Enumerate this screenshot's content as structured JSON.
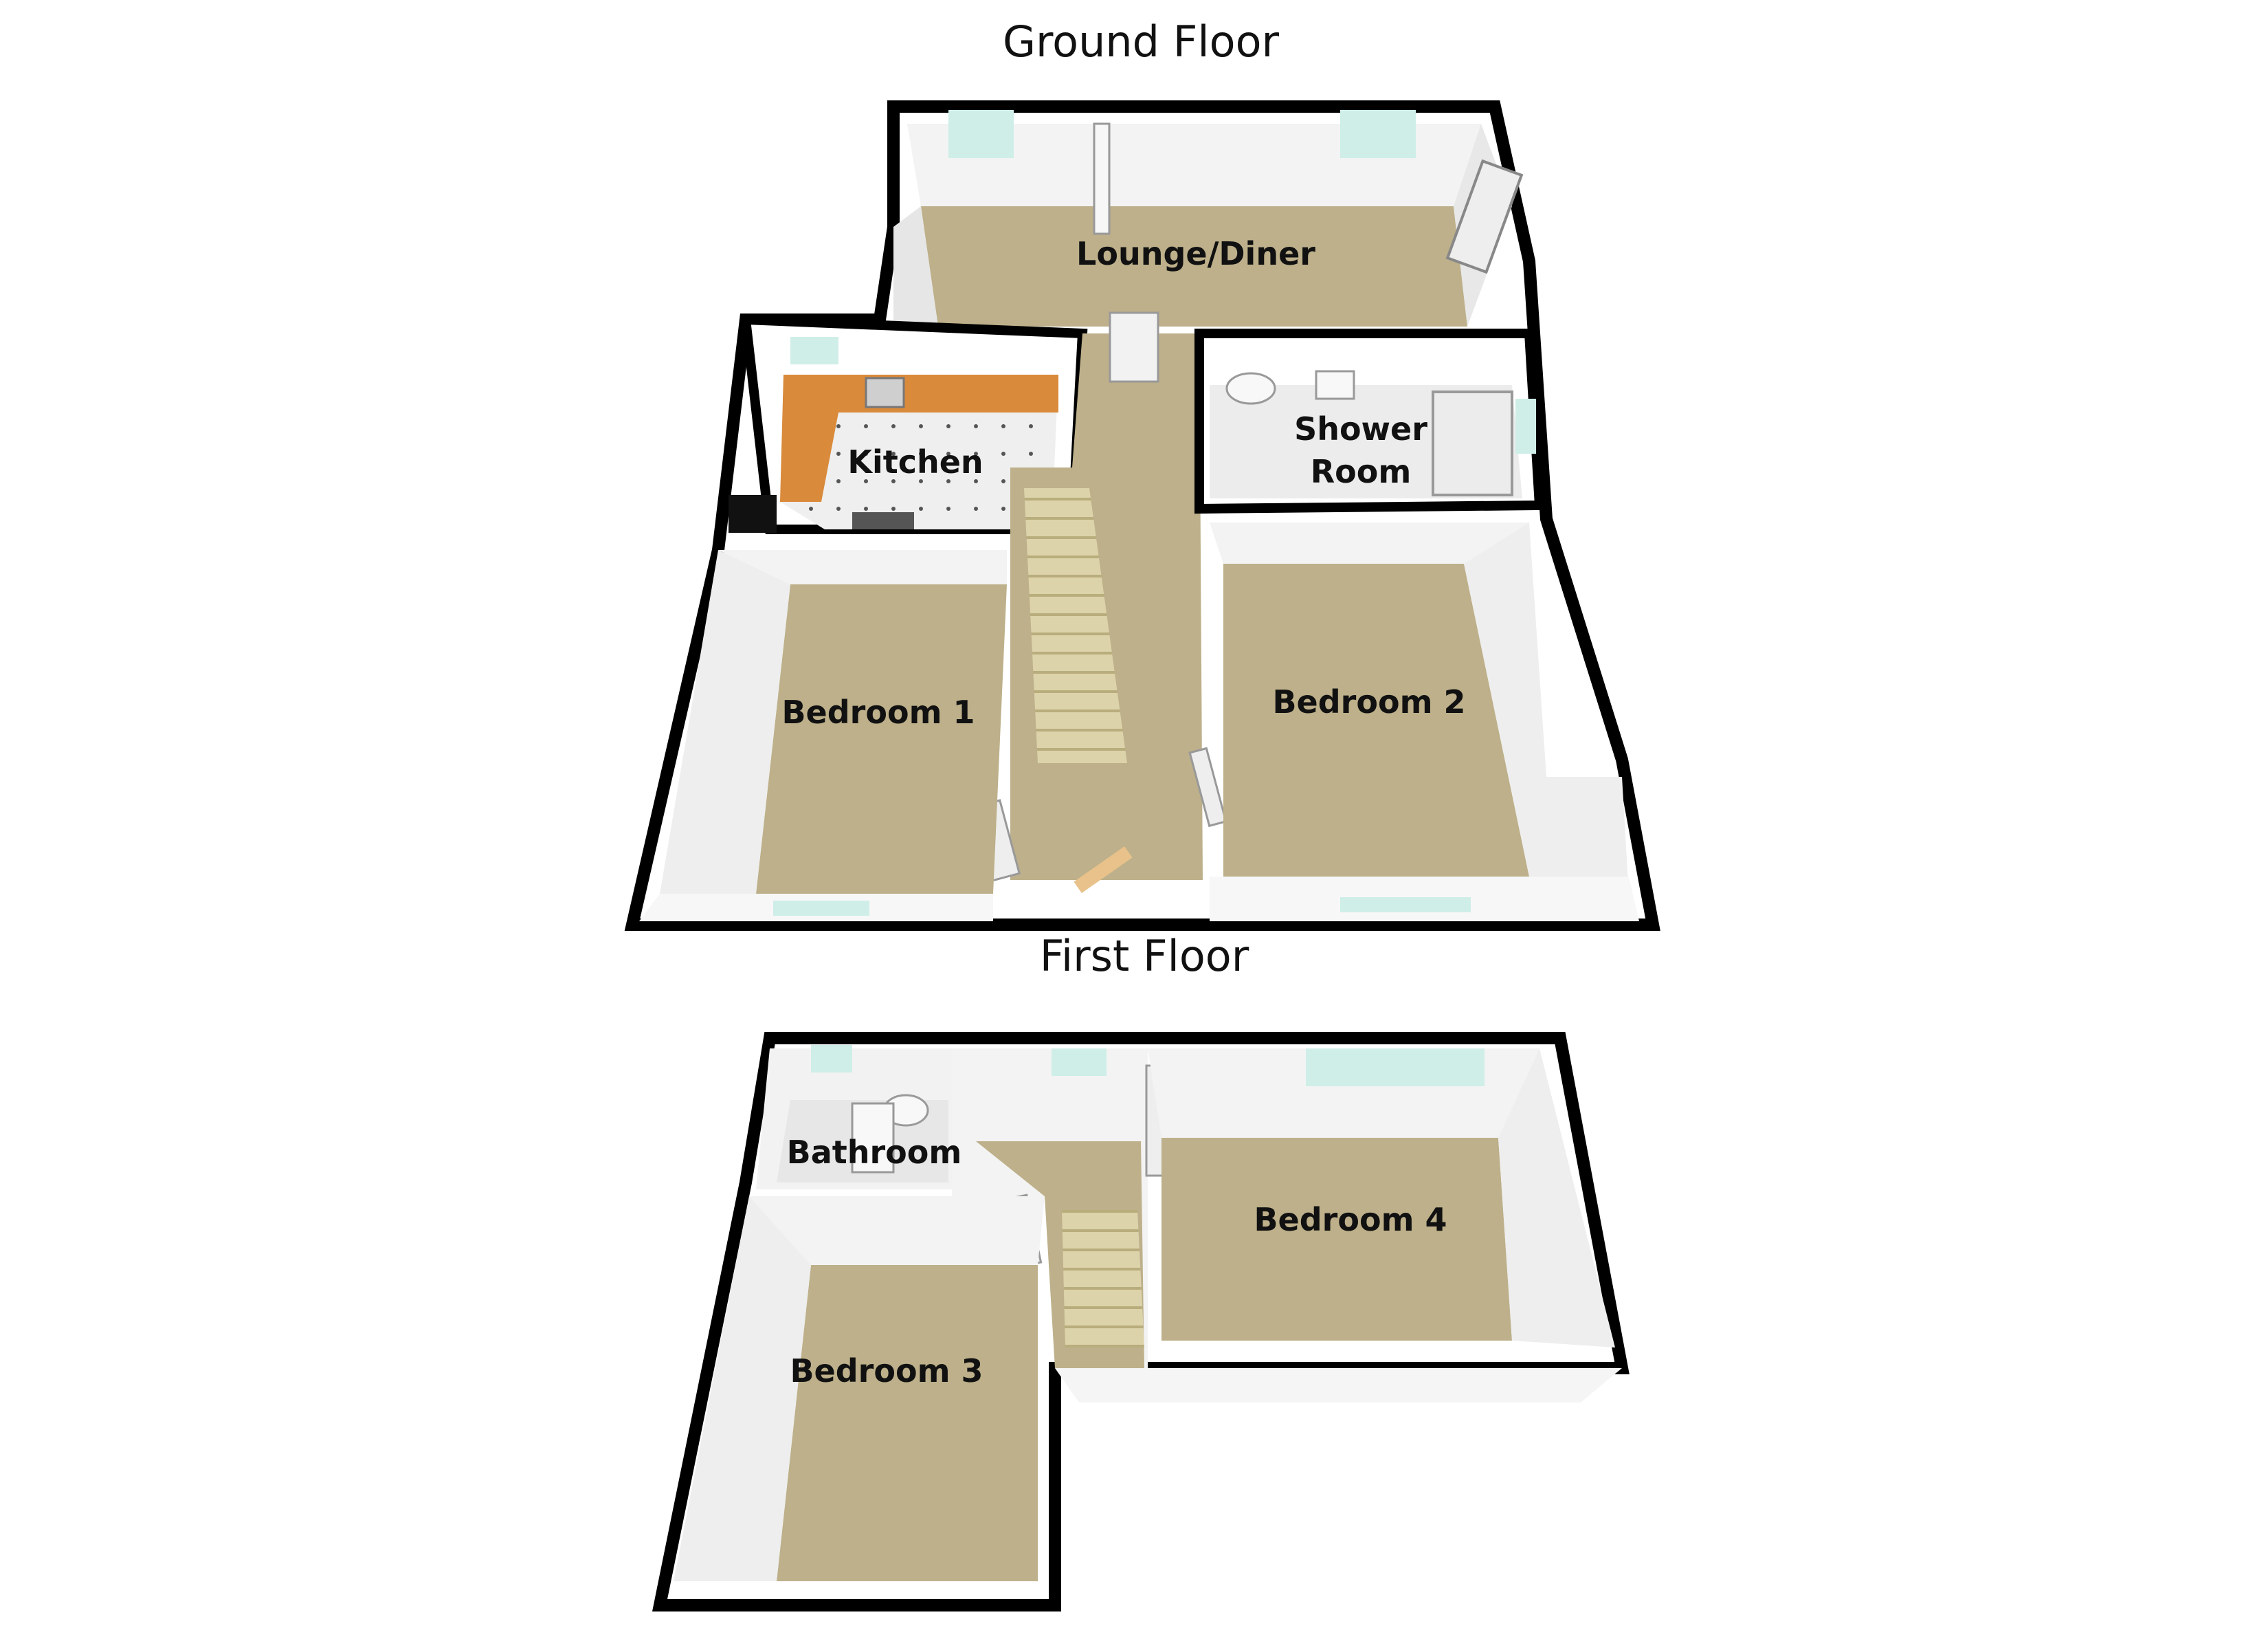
{
  "floors": [
    {
      "title": "Ground Floor",
      "rooms": [
        {
          "label": "Lounge/Diner"
        },
        {
          "label": "Kitchen"
        },
        {
          "label": "Shower Room"
        },
        {
          "label": "Bedroom 1"
        },
        {
          "label": "Bedroom 2"
        }
      ]
    },
    {
      "title": "First Floor",
      "rooms": [
        {
          "label": "Bathroom"
        },
        {
          "label": "Bedroom 4"
        },
        {
          "label": "Bedroom 3"
        }
      ]
    }
  ],
  "colors": {
    "floor_carpet": "#bdb08a",
    "wall_outline": "#000000",
    "wall_face": "#f4f4f4",
    "kitchen_worktop": "#d98a3a",
    "window_glass": "#cfeee8",
    "door": "#f2f2f2"
  }
}
